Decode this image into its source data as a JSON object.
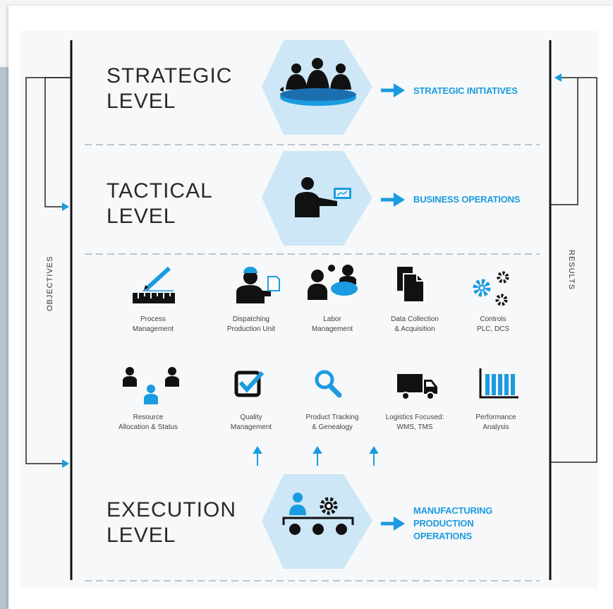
{
  "levels": {
    "strategic": {
      "line1": "STRATEGIC",
      "line2": "LEVEL",
      "output": "STRATEGIC INITIATIVES"
    },
    "tactical": {
      "line1": "TACTICAL",
      "line2": "LEVEL",
      "output": "BUSINESS OPERATIONS"
    },
    "execution": {
      "line1": "EXECUTION",
      "line2": "LEVEL",
      "output_lines": [
        "MANUFACTURING",
        "PRODUCTION",
        "OPERATIONS"
      ]
    }
  },
  "side_labels": {
    "left": "OBJECTIVES",
    "right": "RESULTS"
  },
  "functions": [
    {
      "icon": "ruler-pencil-icon",
      "lines": [
        "Process",
        "Management"
      ]
    },
    {
      "icon": "worker-document-icon",
      "lines": [
        "Dispatching",
        "Production Unit"
      ]
    },
    {
      "icon": "team-icon",
      "lines": [
        "Labor",
        "Management"
      ]
    },
    {
      "icon": "documents-icon",
      "lines": [
        "Data Collection",
        "& Acquisition"
      ]
    },
    {
      "icon": "gears-icon",
      "lines": [
        "Controls",
        "PLC, DCS"
      ]
    },
    {
      "icon": "people-network-icon",
      "lines": [
        "Resource",
        "Allocation & Status"
      ]
    },
    {
      "icon": "checkbox-icon",
      "lines": [
        "Quality",
        "Management"
      ]
    },
    {
      "icon": "magnifier-icon",
      "lines": [
        "Product Tracking",
        "& Genealogy"
      ]
    },
    {
      "icon": "truck-icon",
      "lines": [
        "Logistics Focused:",
        "WMS, TMS"
      ]
    },
    {
      "icon": "bar-chart-icon",
      "lines": [
        "Performance",
        "Analysis"
      ]
    }
  ],
  "colors": {
    "accent": "#1b9be0",
    "hexagon": "#cde7f6",
    "text": "#2a2a2a",
    "icon": "#111111"
  }
}
